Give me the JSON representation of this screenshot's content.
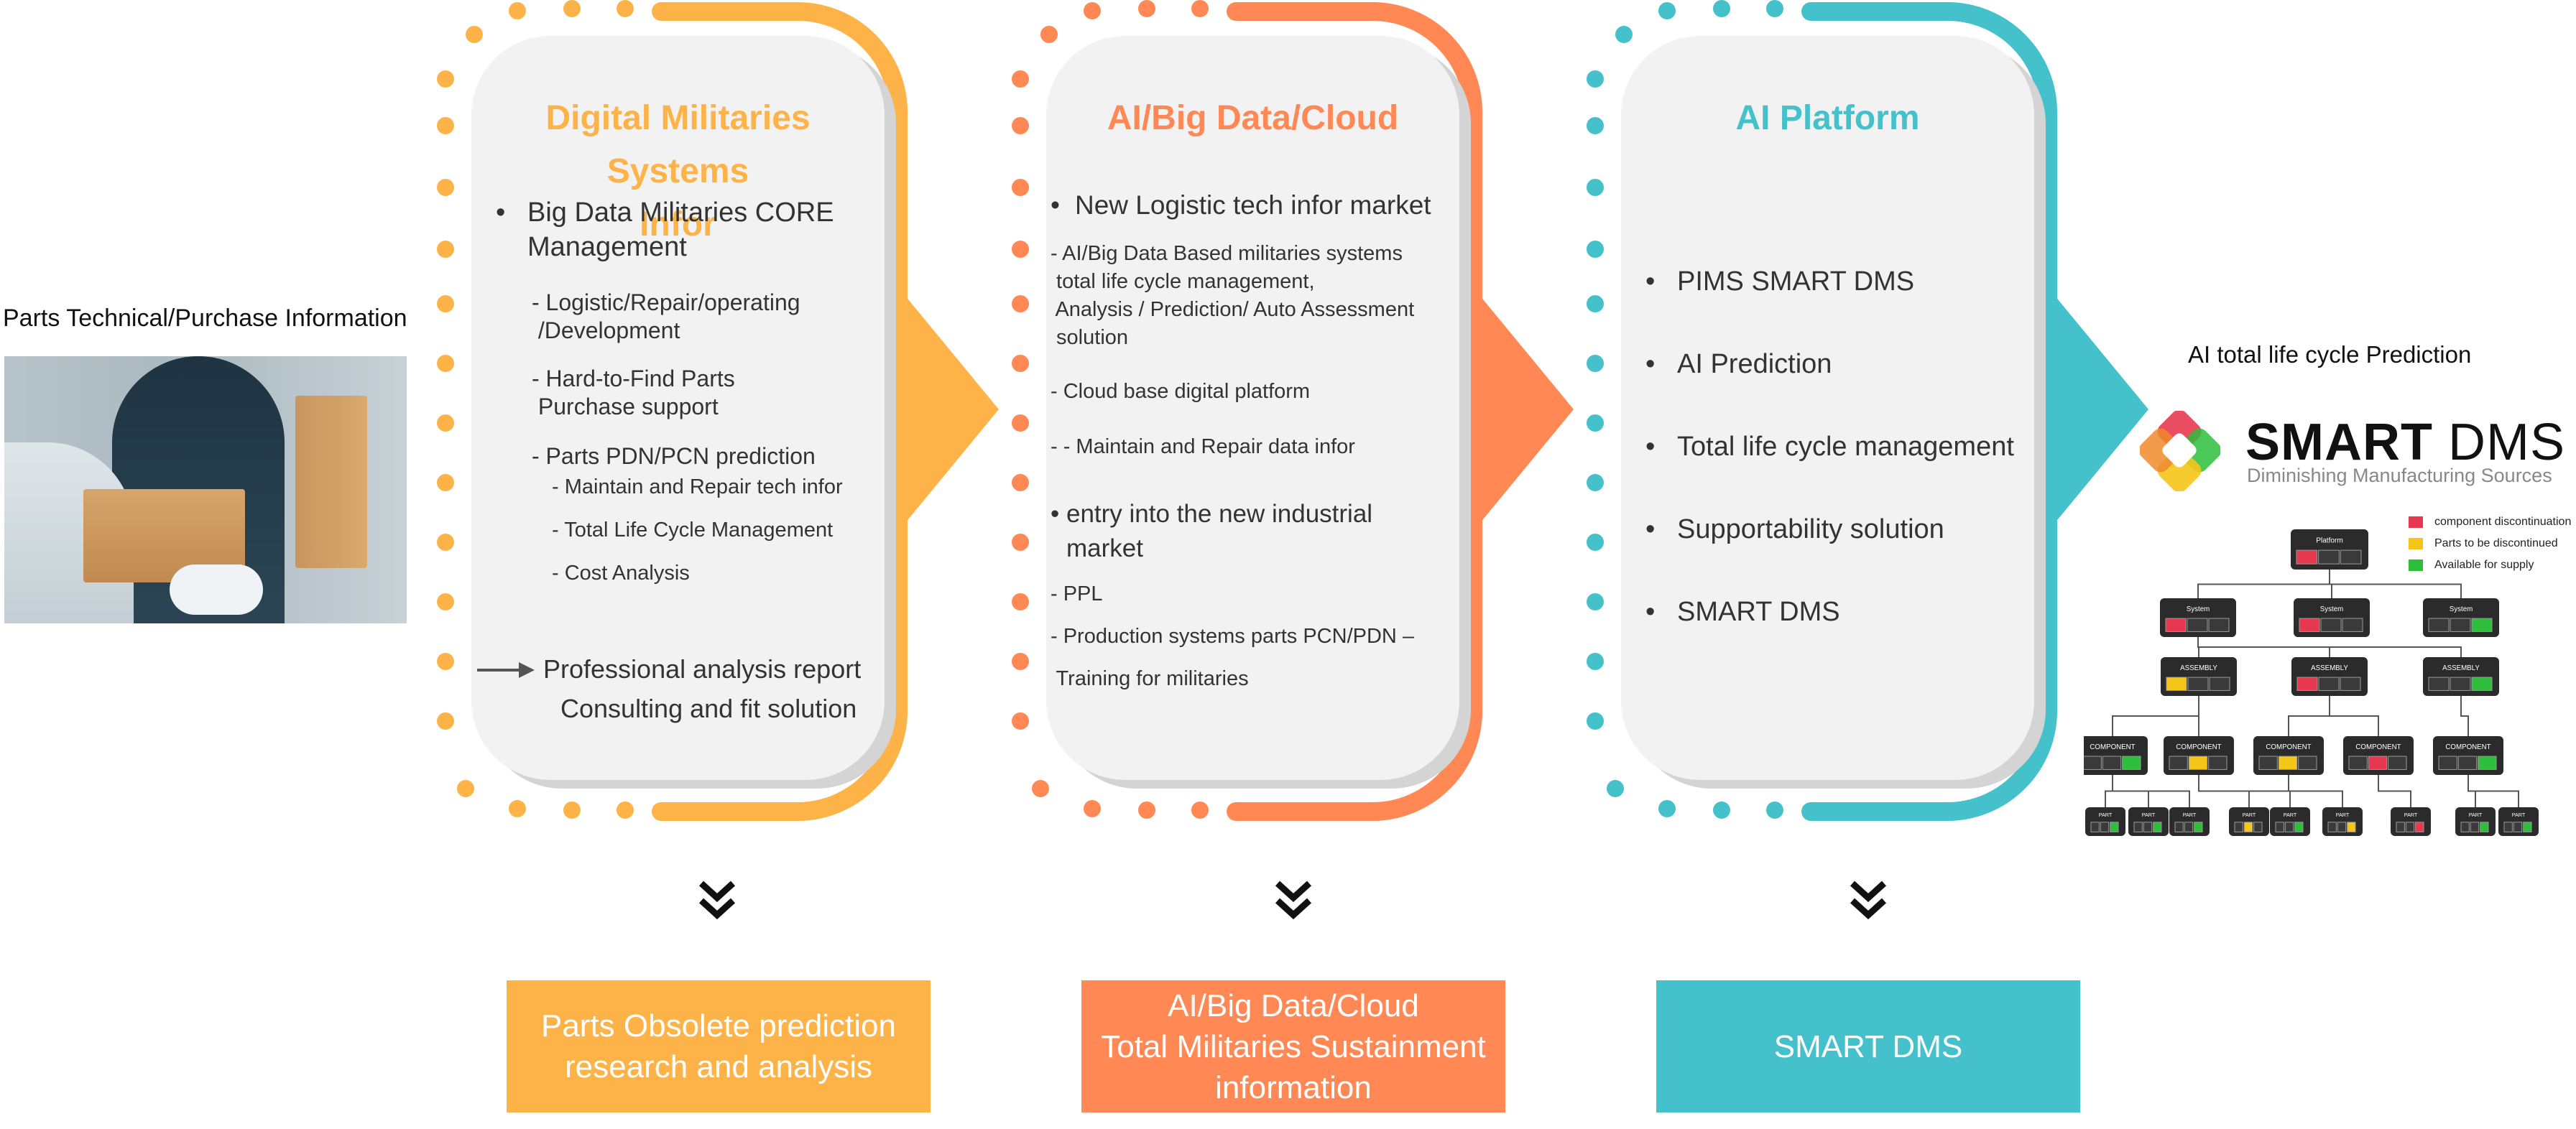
{
  "left": {
    "caption": "Parts Technical/Purchase Information",
    "photo_icon": "delivery-photo"
  },
  "colors": {
    "orange_yellow": "#FDB347",
    "coral": "#FF8855",
    "teal": "#45C1CC",
    "panel_bg": "#F2F2F2"
  },
  "panels": [
    {
      "title_line1": "Digital Militaries Systems",
      "title_line2": "Infor",
      "b1_line1": "Big Data Militaries CORE",
      "b1_line2": "Management",
      "s1_line1": "- Logistic/Repair/operating",
      "s1_line2": " /Development",
      "s2_line1": "- Hard-to-Find Parts",
      "s2_line2": " Purchase support",
      "s3": "- Parts PDN/PCN prediction",
      "ss1": "- Maintain and Repair tech infor",
      "ss2": "- Total Life Cycle Management",
      "ss3": "- Cost Analysis",
      "arrow_line1": "Professional analysis report",
      "arrow_line2": "Consulting and fit solution"
    },
    {
      "title": "AI/Big Data/Cloud",
      "b1": "New Logistic tech infor market",
      "p1_line1": "- AI/Big Data Based militaries systems",
      "p1_line2": " total life cycle management,",
      "p1_line3": " Analysis / Prediction/ Auto Assessment",
      "p1_line4": " solution",
      "p2": "- Cloud base digital platform",
      "p3": "- - Maintain and Repair data infor",
      "b2": "entry into the new industrial market",
      "p4": "- PPL",
      "p5": "- Production systems parts PCN/PDN –",
      "p6": " Training for militaries"
    },
    {
      "title": "AI Platform",
      "items": [
        "PIMS SMART DMS",
        "AI Prediction",
        "Total life cycle management",
        "Supportability solution",
        "SMART DMS"
      ]
    }
  ],
  "bottom": [
    {
      "line1": "Parts Obsolete prediction",
      "line2": "research and analysis",
      "line3": ""
    },
    {
      "line1": "AI/Big Data/Cloud",
      "line2": "Total Militaries Sustainment",
      "line3": "information"
    },
    {
      "line1": "SMART DMS",
      "line2": "",
      "line3": ""
    }
  ],
  "right": {
    "caption": "AI total life cycle Prediction",
    "logo_bold": "SMART",
    "logo_light": " DMS",
    "logo_sub": "Diminishing Manufacturing Sources",
    "legend": [
      {
        "label": "component discontinuation",
        "color": "#E8384F"
      },
      {
        "label": "Parts to be discontinued",
        "color": "#F5C518"
      },
      {
        "label": "Available for supply",
        "color": "#2DBE3C"
      }
    ],
    "tree_root": "Platform",
    "tree_l1": "System",
    "tree_l2": "ASSEMBLY",
    "tree_l3": "COMPONENT",
    "tree_l4": "PART"
  }
}
